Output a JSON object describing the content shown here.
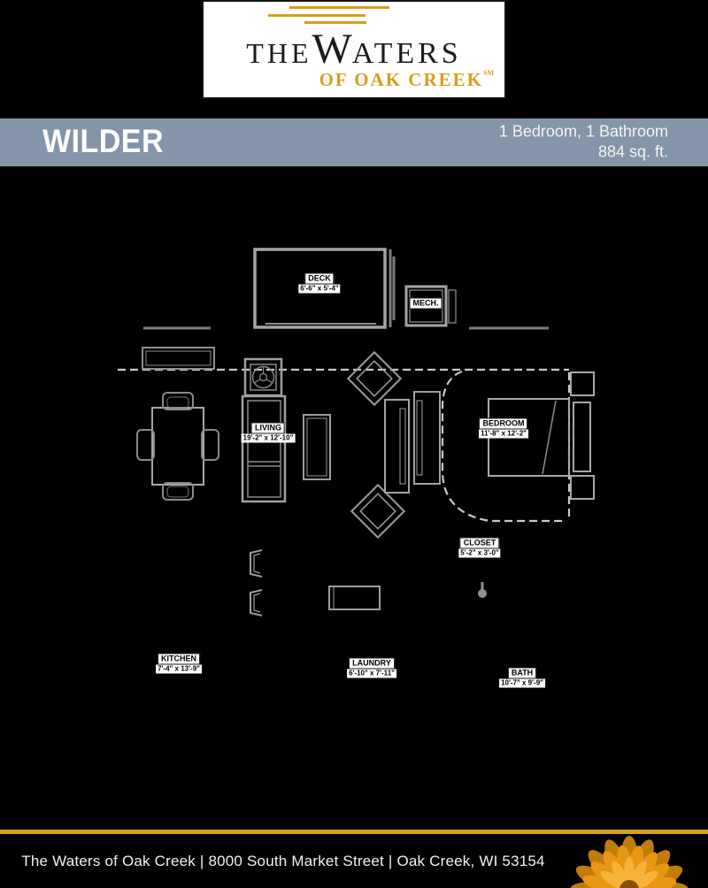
{
  "brand": {
    "line_the": "THE",
    "line_w": "W",
    "line_aters": "ATERS",
    "subtitle": "OF OAK CREEK",
    "trademark": "SM"
  },
  "header": {
    "plan_name": "WILDER",
    "bed_bath": "1 Bedroom, 1 Bathroom",
    "area": "884 sq. ft."
  },
  "floorplan": {
    "rooms": [
      {
        "name": "DECK",
        "dims": "6'-6\" x 5'-4\""
      },
      {
        "name": "MECH.",
        "dims": ""
      },
      {
        "name": "LIVING",
        "dims": "19'-2\" x 12'-10\""
      },
      {
        "name": "BEDROOM",
        "dims": "11'-8\" x 12'-2\""
      },
      {
        "name": "CLOSET",
        "dims": "5'-2\" x 3'-0\""
      },
      {
        "name": "KITCHEN",
        "dims": "7'-4\" x 13'-9\""
      },
      {
        "name": "LAUNDRY",
        "dims": "6'-10\" x 7'-11\""
      },
      {
        "name": "BATH",
        "dims": "10'-7\" x 9'-9\""
      }
    ]
  },
  "footer": {
    "address": "The Waters of Oak Creek  |  8000 South Market Street  |  Oak Creek, WI 53154"
  },
  "colors": {
    "gold": "#d6a01e",
    "title_bar": "#8494a9"
  }
}
